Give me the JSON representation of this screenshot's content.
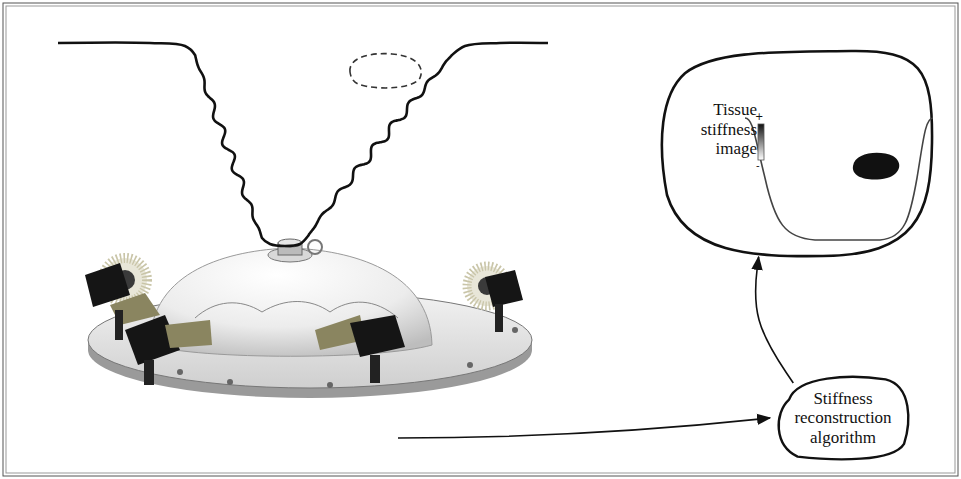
{
  "diagram": {
    "nodes": [
      {
        "text": [
          "Tissue stiffness image"
        ]
      },
      {
        "text": [
          "Stiffness reconstruction algorithm"
        ]
      }
    ],
    "edges": [
      {
        "from": 1,
        "to": 0,
        "arrow": "to"
      }
    ],
    "labels": [
      "+",
      "-"
    ]
  }
}
